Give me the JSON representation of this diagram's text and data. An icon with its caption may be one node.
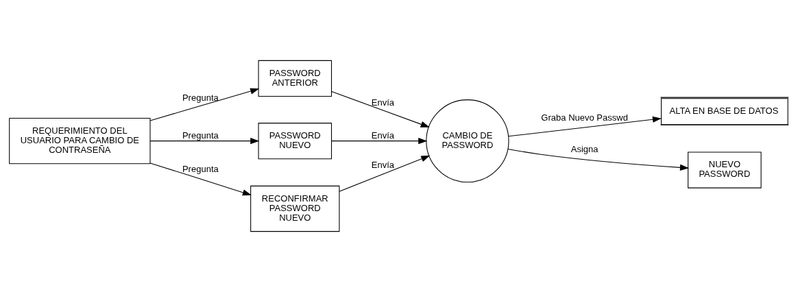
{
  "diagram": {
    "nodes": [
      {
        "text": [
          "REQUERIMIENTO DEL USUARIO PARA CAMBIO DE CONTRASEÑA"
        ]
      },
      {
        "text": [
          "PASSWORD ANTERIOR"
        ]
      },
      {
        "text": [
          "PASSWORD NUEVO"
        ]
      },
      {
        "text": [
          "RECONFIRMAR PASSWORD NUEVO"
        ]
      },
      {
        "text": [
          "CAMBIO DE PASSWORD"
        ]
      },
      {
        "text": [
          "ALTA EN BASE DE DATOS"
        ]
      },
      {
        "text": [
          "NUEVO PASSWORD"
        ]
      }
    ],
    "edges": [
      {
        "from": 0,
        "to": 1,
        "arrow": "to",
        "label": "Pregunta"
      },
      {
        "from": 0,
        "to": 2,
        "arrow": "to",
        "label": "Pregunta"
      },
      {
        "from": 0,
        "to": 3,
        "arrow": "to",
        "label": "Pregunta"
      },
      {
        "from": 1,
        "to": 4,
        "arrow": "to",
        "label": "Envía"
      },
      {
        "from": 2,
        "to": 4,
        "arrow": "to",
        "label": "Envía"
      },
      {
        "from": 3,
        "to": 4,
        "arrow": "to",
        "label": "Envía"
      },
      {
        "from": 4,
        "to": 5,
        "arrow": "to",
        "label": "Graba Nuevo Passwd"
      },
      {
        "from": 4,
        "to": 6,
        "arrow": "to",
        "label": "Asigna"
      }
    ]
  }
}
